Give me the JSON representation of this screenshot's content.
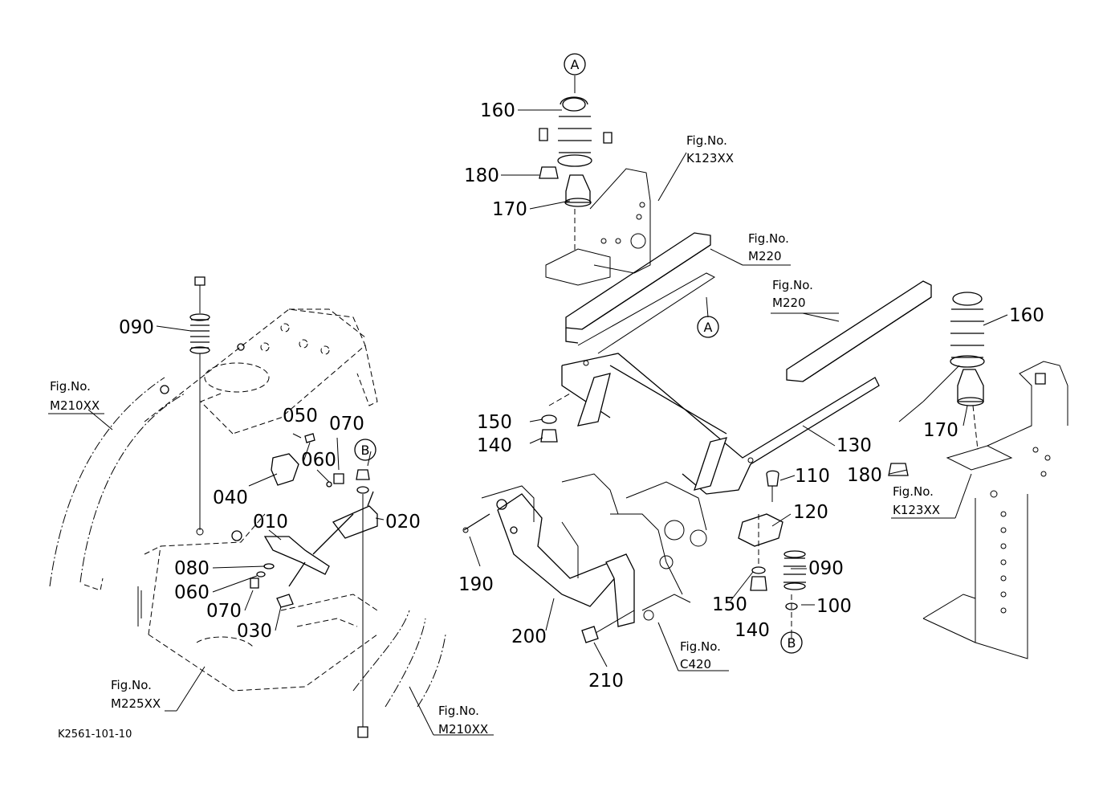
{
  "diagram_code": "K2561-101-10",
  "markers": {
    "a": "A",
    "b": "B"
  },
  "parts": {
    "p010": "010",
    "p020": "020",
    "p030": "030",
    "p040": "040",
    "p050": "050",
    "p060a": "060",
    "p060b": "060",
    "p070a": "070",
    "p070b": "070",
    "p080": "080",
    "p090a": "090",
    "p090b": "090",
    "p100": "100",
    "p110": "110",
    "p120": "120",
    "p130": "130",
    "p140a": "140",
    "p140b": "140",
    "p150a": "150",
    "p150b": "150",
    "p160a": "160",
    "p160b": "160",
    "p170a": "170",
    "p170b": "170",
    "p180a": "180",
    "p180b": "180",
    "p190": "190",
    "p200": "200",
    "p210": "210"
  },
  "figure_refs": {
    "prefix": "Fig.No.",
    "k123_top": "K123XX",
    "m220_top": "M220",
    "m220_mid": "M220",
    "m210_left": "M210XX",
    "k123_right": "K123XX",
    "c420": "C420",
    "m225": "M225XX",
    "m210_bottom": "M210XX"
  }
}
